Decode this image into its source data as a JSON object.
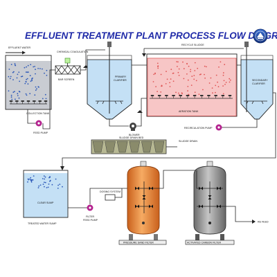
{
  "title": "EFFLUENT TREATMENT PLANT  PROCESS FLOW DIAGRAM",
  "labels": {
    "effluent_water": "EFFLUENT WATER",
    "chemical_coagulation": "CHEMICAL COAGULATION",
    "bar_screen": "BAR SCREEN",
    "collection_tank": "COLLECTION TANK",
    "feed_pump": "FEED PUMP",
    "primary_clarifier": [
      "PRIMARY",
      "CLARIFIER"
    ],
    "recycle_sludge": "RECYCLE SLUDGE",
    "aeration_tank": "AERATION TANK",
    "secondary_clarifier": [
      "SECONDARY",
      "CLARIFIER"
    ],
    "blower": "BLOWER",
    "recirculation_pump": "RECIRCULATION PUMP",
    "sludge_drain_bed": "SLUDGE DRAIN BED",
    "sludge_drain": "SLUDGE DRAIN",
    "clear_sump": "CLEAR SUMP",
    "treated_water_sump": "TREATED WATER SUMP",
    "dosing_system": "DOSING SYSTEM",
    "filter_feed_pump": [
      "FILTER",
      "FEED PUMP"
    ],
    "pressure_sand_filter": "PRESSURE SAND FILTER",
    "activated_carbon_filter": "ACTIVATED CARBON FILTER",
    "re_feed": "RE FEED"
  },
  "colors": {
    "title": "#1f2aa8",
    "water": "#c4e0f5",
    "water_dark": "#9fcbea",
    "collection_water": "#c9ccd2",
    "aeration_water": "#f7c6c6",
    "aeration_border": "#d94b4b",
    "bubble": "#2c58b8",
    "aeration_bubble": "#e05656",
    "pump": "#b4238f",
    "sand_filter": "#e88b3c",
    "carbon_filter": "#8f8f8f",
    "sludge_bed": "#8a8b6b",
    "valve": "#111111"
  },
  "icons": {
    "logo": "company-badge-icon"
  }
}
